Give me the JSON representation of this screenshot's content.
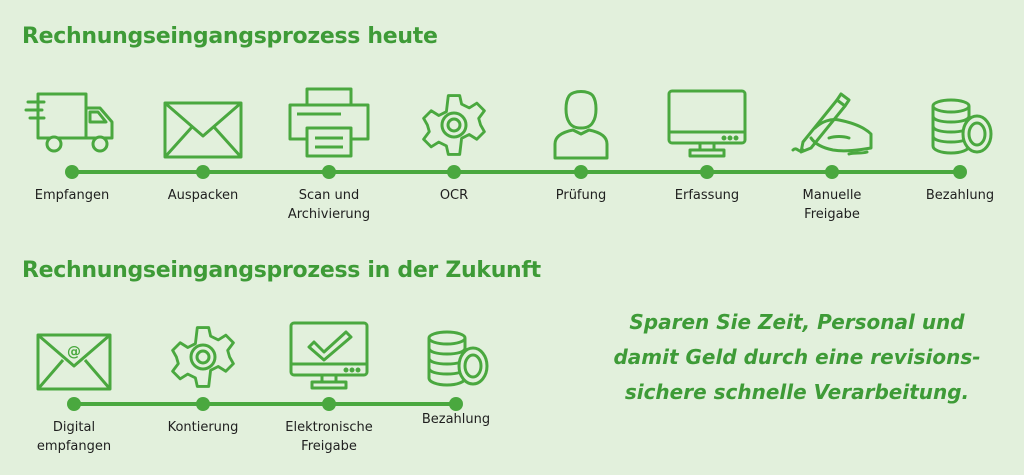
{
  "colors": {
    "accent": "#4aa83f",
    "title": "#3e9b37",
    "background": "#e2f0dc",
    "label": "#1f1f1f"
  },
  "current_process": {
    "title": "Rechnungseingangsprozess heute",
    "steps": [
      {
        "label": "Empfangen",
        "icon": "delivery-truck-icon"
      },
      {
        "label": "Auspacken",
        "icon": "envelope-icon"
      },
      {
        "label": "Scan und\nArchivierung",
        "icon": "printer-scanner-icon"
      },
      {
        "label": "OCR",
        "icon": "gear-icon"
      },
      {
        "label": "Prüfung",
        "icon": "person-icon"
      },
      {
        "label": "Erfassung",
        "icon": "monitor-icon"
      },
      {
        "label": "Manuelle\nFreigabe",
        "icon": "hand-writing-icon"
      },
      {
        "label": "Bezahlung",
        "icon": "coin-stack-icon"
      }
    ]
  },
  "future_process": {
    "title": "Rechnungseingangsprozess in der Zukunft",
    "steps": [
      {
        "label": "Digital\nempfangen",
        "icon": "email-envelope-icon"
      },
      {
        "label": "Kontierung",
        "icon": "gear-icon"
      },
      {
        "label": "Elektronische\nFreigabe",
        "icon": "monitor-check-icon"
      },
      {
        "label": "Bezahlung",
        "icon": "coin-stack-icon"
      }
    ]
  },
  "slogan": "Sparen Sie Zeit, Personal und\ndamit Geld durch eine revisions-\nsichere schnelle Verarbeitung."
}
